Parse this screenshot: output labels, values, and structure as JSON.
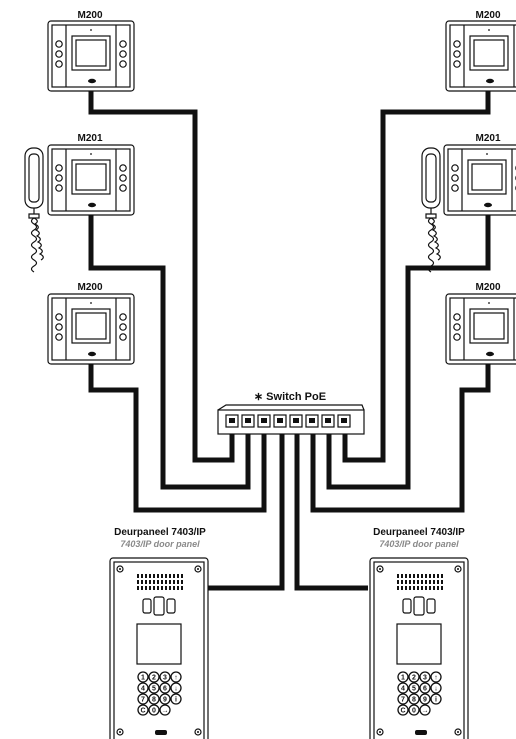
{
  "monitors": {
    "left_top": {
      "label": "M200"
    },
    "left_mid": {
      "label": "M201"
    },
    "left_bot": {
      "label": "M200"
    },
    "right_top": {
      "label": "M200"
    },
    "right_mid": {
      "label": "M201"
    },
    "right_bot": {
      "label": "M200"
    }
  },
  "switch": {
    "label": "∗ Switch PoE"
  },
  "door_panels": {
    "left": {
      "title": "Deurpaneel 7403/IP",
      "subtitle": "7403/IP door panel"
    },
    "right": {
      "title": "Deurpaneel 7403/IP",
      "subtitle": "7403/IP door panel"
    }
  },
  "keypad_keys": [
    "1",
    "2",
    "3",
    "↑",
    "4",
    "5",
    "6",
    "↓",
    "7",
    "8",
    "9",
    "i",
    "C",
    "0",
    "→"
  ],
  "colors": {
    "line": "#111111",
    "subtitle": "#8a8a8a",
    "background": "#ffffff"
  }
}
